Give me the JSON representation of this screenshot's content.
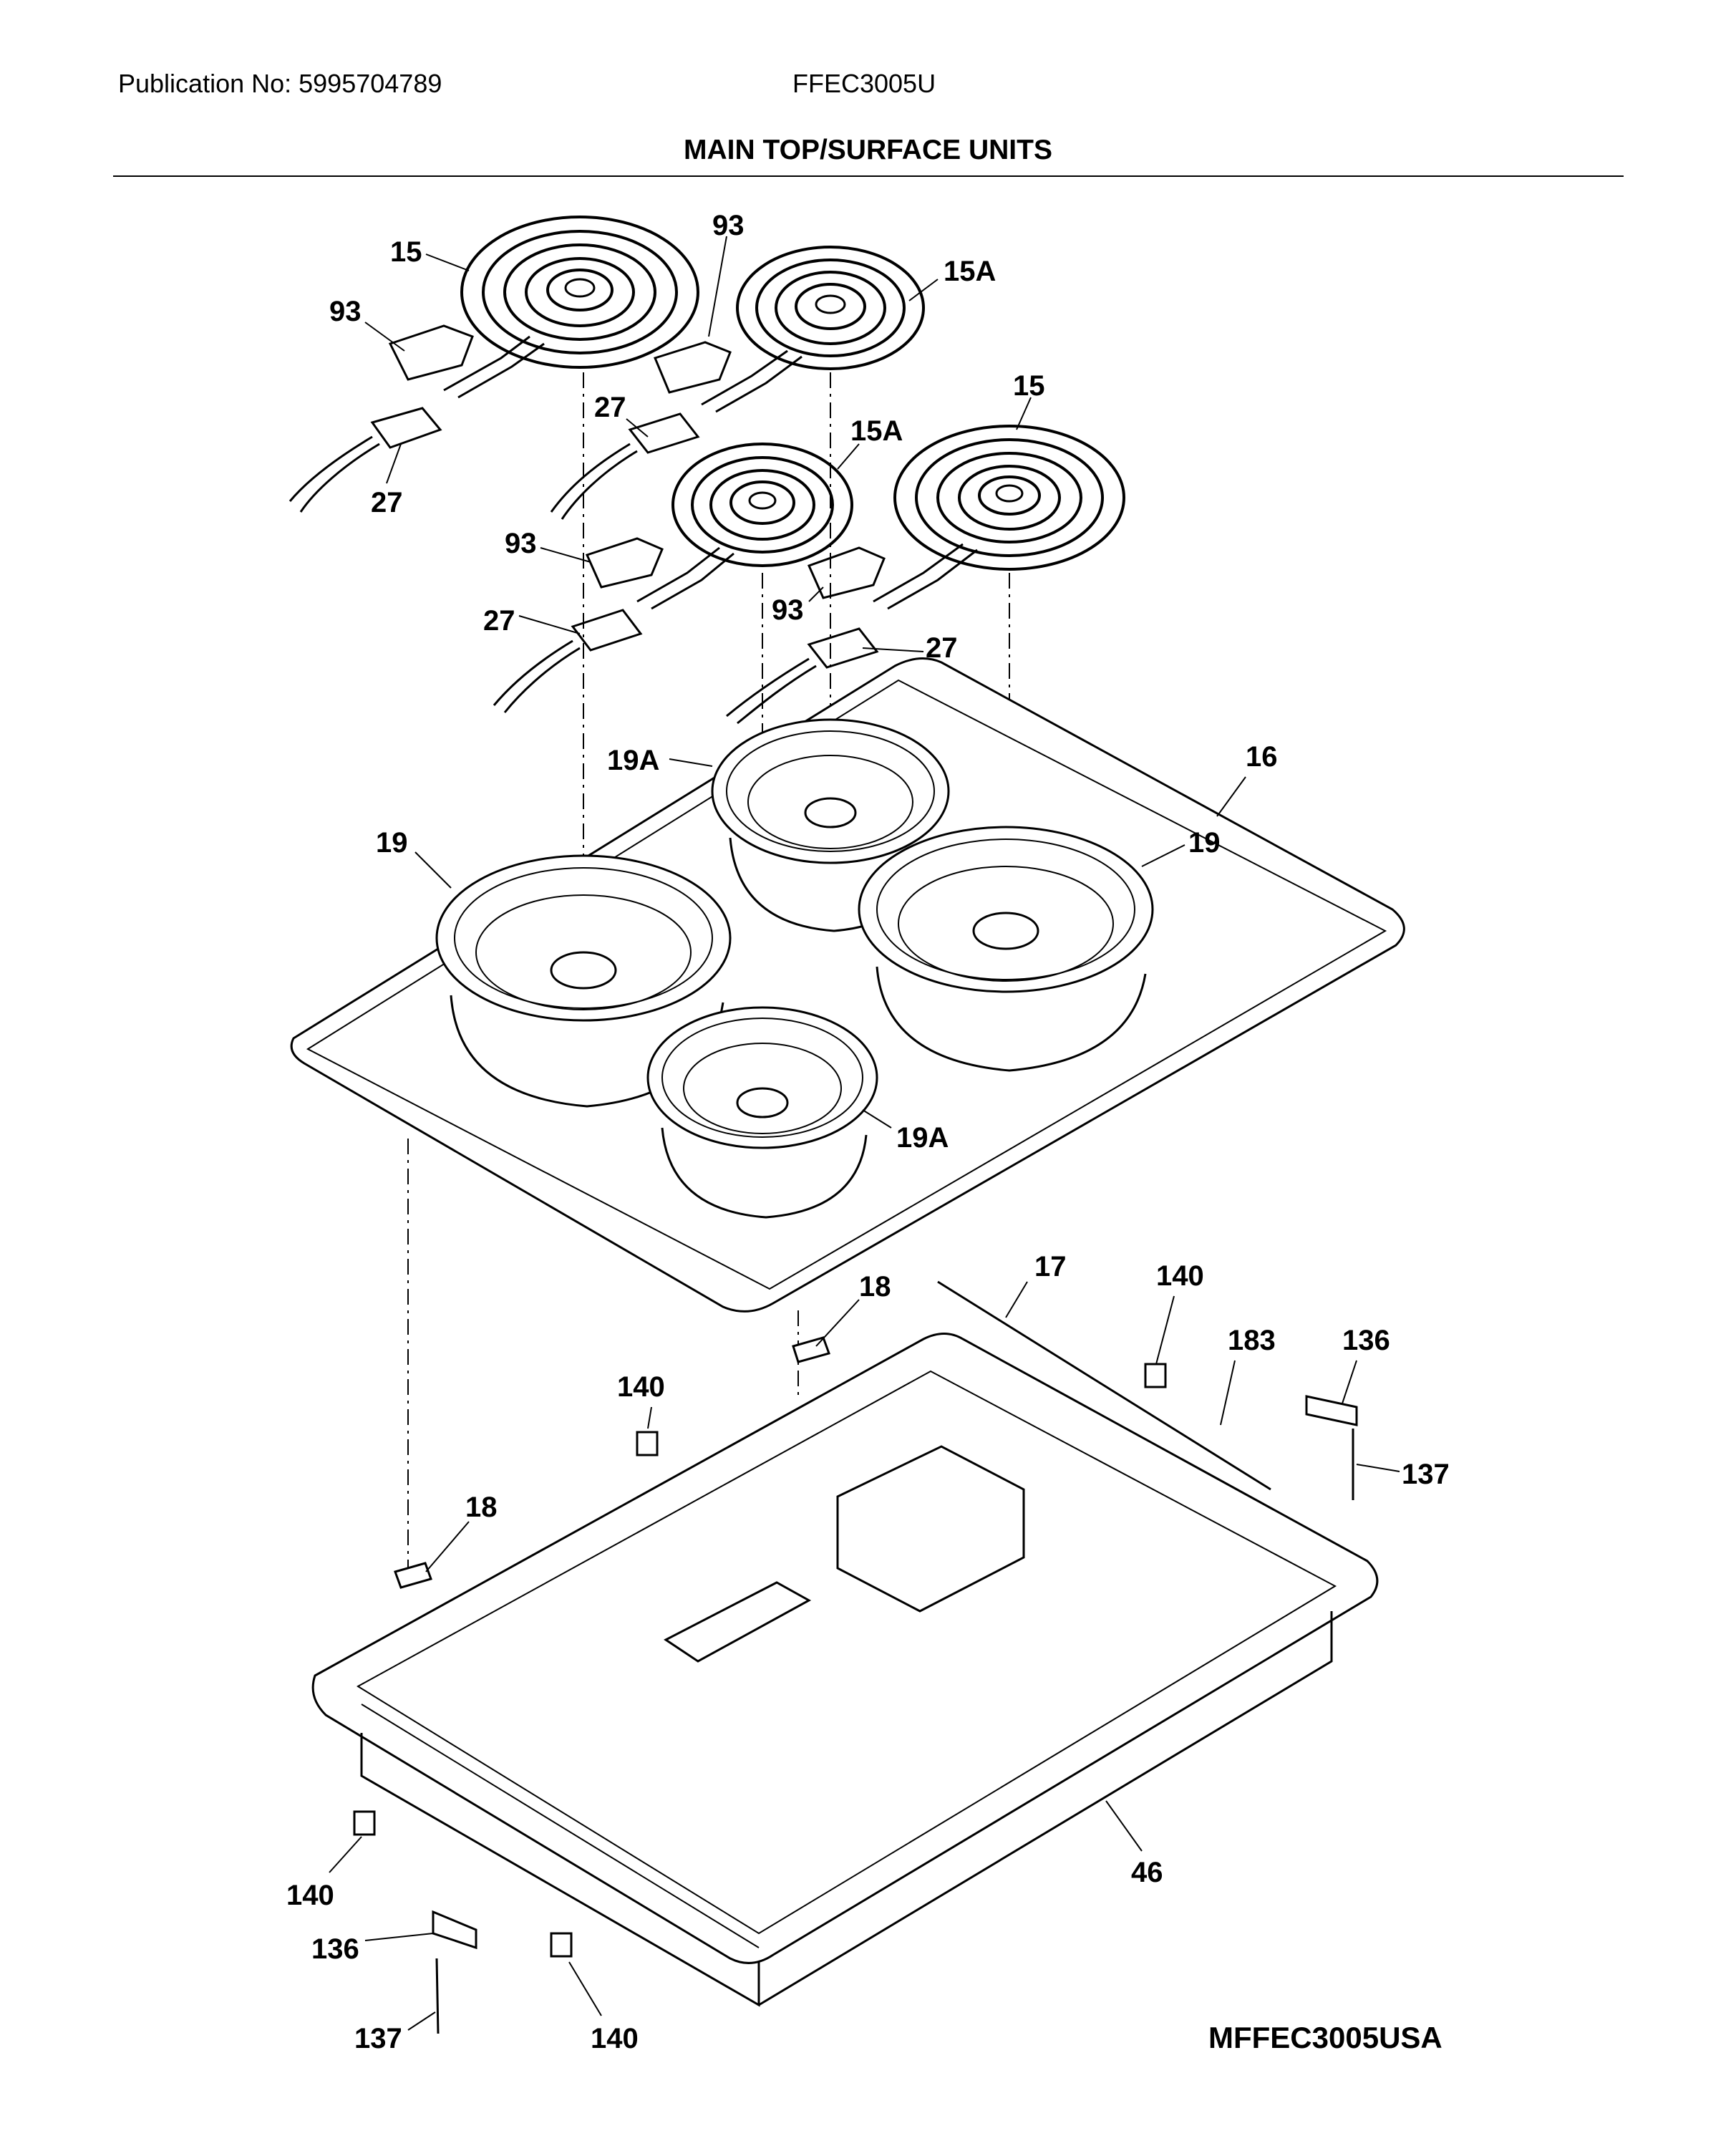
{
  "header": {
    "publication": "Publication No: 5995704789",
    "model": "FFEC3005U",
    "title": "MAIN TOP/SURFACE UNITS"
  },
  "footer": {
    "code": "MFFEC3005USA"
  },
  "callouts": [
    "15",
    "93",
    "15A",
    "93",
    "27",
    "27",
    "15",
    "15A",
    "93",
    "93",
    "27",
    "27",
    "19A",
    "16",
    "19",
    "19",
    "19A",
    "17",
    "140",
    "18",
    "183",
    "136",
    "140",
    "137",
    "18",
    "46",
    "140",
    "136",
    "137",
    "140"
  ]
}
